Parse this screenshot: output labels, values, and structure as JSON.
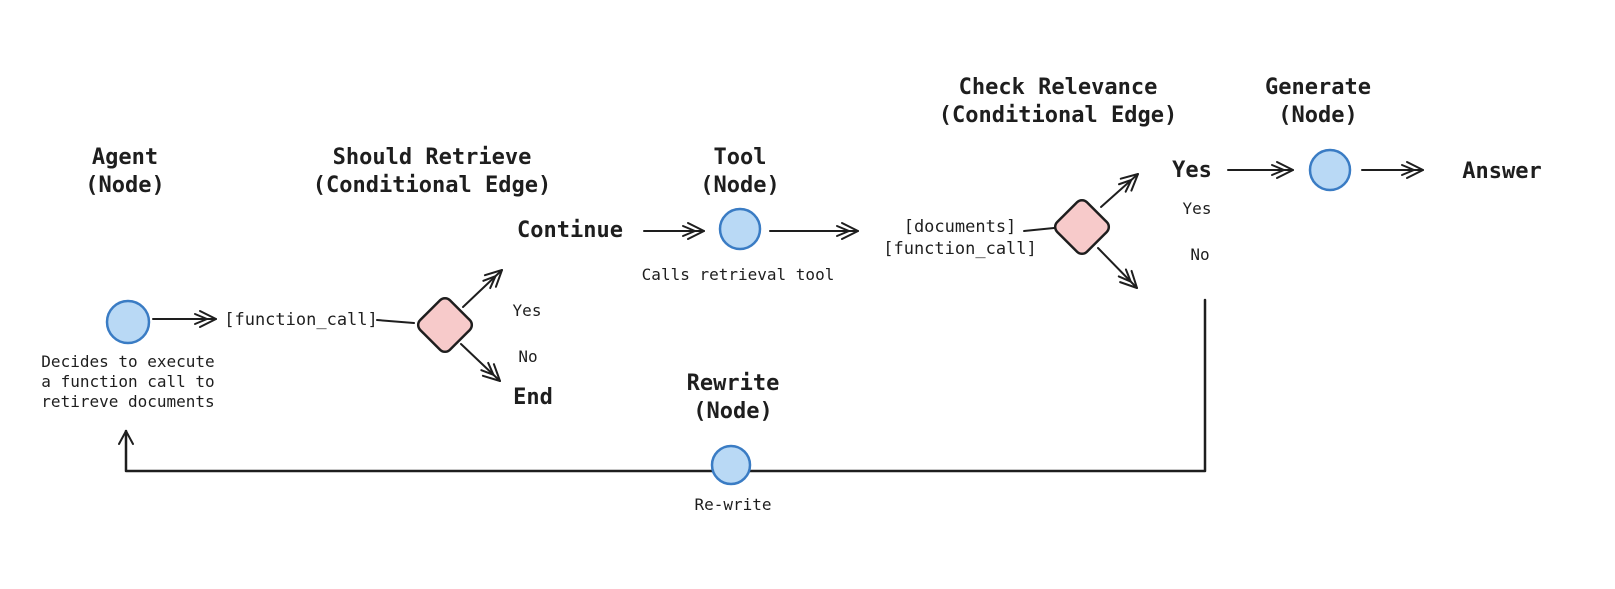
{
  "canvas": {
    "background": "#ffffff"
  },
  "palette": {
    "node_fill": "#b9d9f5",
    "node_stroke": "#3a7cc4",
    "decision_fill": "#f7caca",
    "decision_stroke": "#1e1e1e",
    "text_primary": "#1e1e1e",
    "text_accent": "#2d6ac0",
    "edge_color": "#1e1e1e"
  },
  "diagram": {
    "agent": {
      "title": "Agent",
      "subtitle": "(Node)",
      "caption": [
        "Decides to execute",
        "a function call to",
        "retireve documents"
      ]
    },
    "should_retrieve": {
      "title": "Should Retrieve",
      "subtitle": "(Conditional Edge)",
      "input_label": "[function_call]",
      "yes_label": "Yes",
      "no_label": "No",
      "yes_result": "Continue",
      "no_result": "End"
    },
    "tool": {
      "title": "Tool",
      "subtitle": "(Node)",
      "caption": "Calls retrieval tool"
    },
    "check_relevance": {
      "title": "Check Relevance",
      "subtitle": "(Conditional Edge)",
      "input_label_line1": "[documents]",
      "input_label_line2": "[function_call]",
      "yes_label": "Yes",
      "no_label": "No",
      "yes_result": "Yes"
    },
    "generate": {
      "title": "Generate",
      "subtitle": "(Node)",
      "result": "Answer"
    },
    "rewrite": {
      "title": "Rewrite",
      "subtitle": "(Node)",
      "caption": "Re-write"
    }
  }
}
